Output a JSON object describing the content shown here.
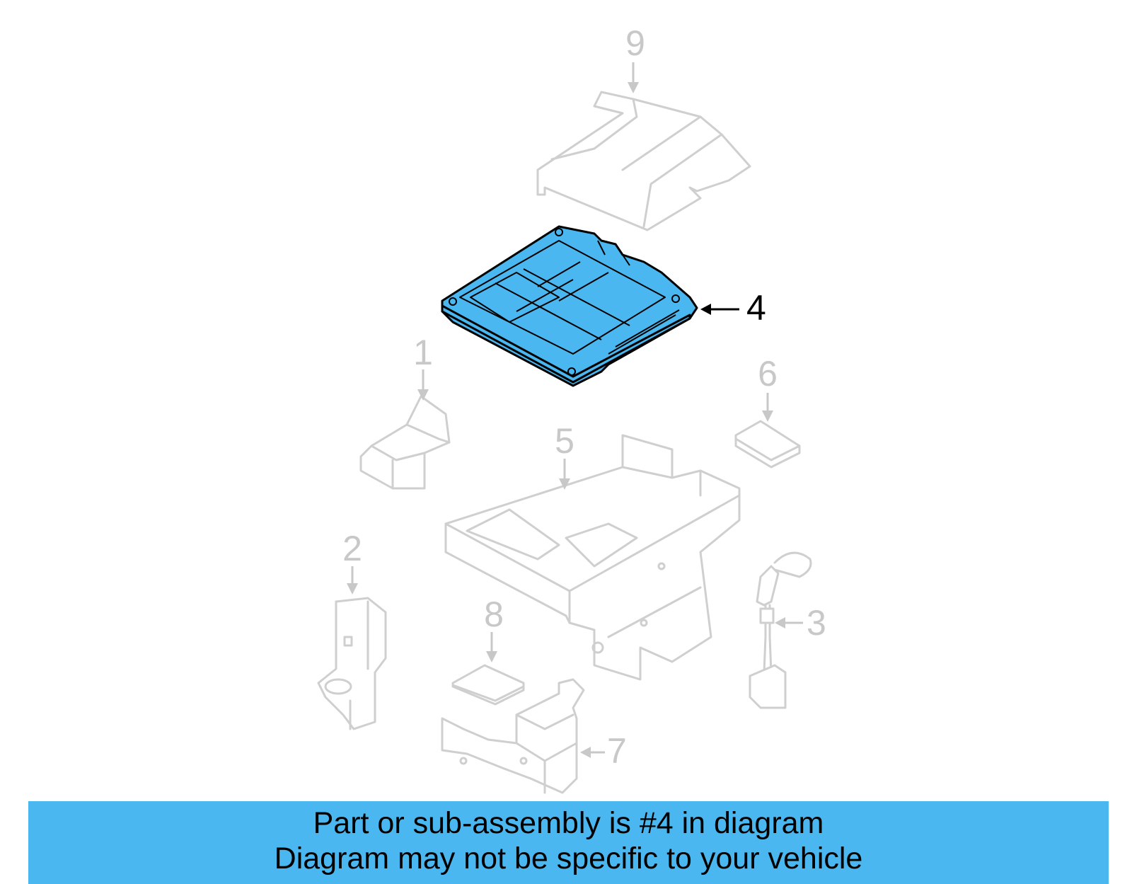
{
  "diagram": {
    "callouts": [
      {
        "id": "1",
        "label": "1",
        "highlighted": false
      },
      {
        "id": "2",
        "label": "2",
        "highlighted": false
      },
      {
        "id": "3",
        "label": "3",
        "highlighted": false
      },
      {
        "id": "4",
        "label": "4",
        "highlighted": true
      },
      {
        "id": "5",
        "label": "5",
        "highlighted": false
      },
      {
        "id": "6",
        "label": "6",
        "highlighted": false
      },
      {
        "id": "7",
        "label": "7",
        "highlighted": false
      },
      {
        "id": "8",
        "label": "8",
        "highlighted": false
      },
      {
        "id": "9",
        "label": "9",
        "highlighted": false
      }
    ],
    "colors": {
      "highlight": "#4ab7f0",
      "ghost": "#cfcfcf",
      "callout_active": "#000000"
    }
  },
  "banner": {
    "line1": "Part or sub-assembly is #4 in diagram",
    "line2": "Diagram may not be specific to your vehicle"
  }
}
